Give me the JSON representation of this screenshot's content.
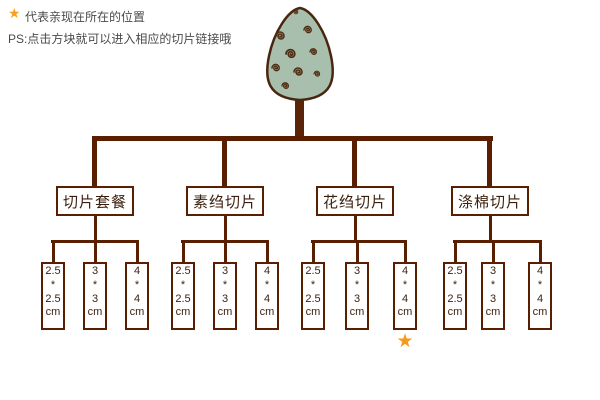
{
  "legend": {
    "star_icon": "★",
    "line1": "代表亲现在所在的位置",
    "line2": "PS:点击方块就可以进入相应的切片链接哦"
  },
  "colors": {
    "connector_line": "#5a1e00",
    "star_orange": "#f5a01e",
    "tree_fill": "#a9bfad",
    "tree_outline": "#49260f"
  },
  "tree": {
    "groups": [
      {
        "label": "切片套餐",
        "children": [
          "2.5\n*\n2.5\ncm",
          "3\n*\n3\ncm",
          "4\n*\n4\ncm"
        ]
      },
      {
        "label": "素绉切片",
        "children": [
          "2.5\n*\n2.5\ncm",
          "3\n*\n3\ncm",
          "4\n*\n4\ncm"
        ]
      },
      {
        "label": "花绉切片",
        "children": [
          "2.5\n*\n2.5\ncm",
          "3\n*\n3\ncm",
          "4\n*\n4\ncm"
        ]
      },
      {
        "label": "涤棉切片",
        "children": [
          "2.5\n*\n2.5\ncm",
          "3\n*\n3\ncm",
          "4\n*\n4\ncm"
        ]
      }
    ],
    "current_marker": "★",
    "current_marker_position": {
      "group_index": 2,
      "child_index": 2
    }
  }
}
